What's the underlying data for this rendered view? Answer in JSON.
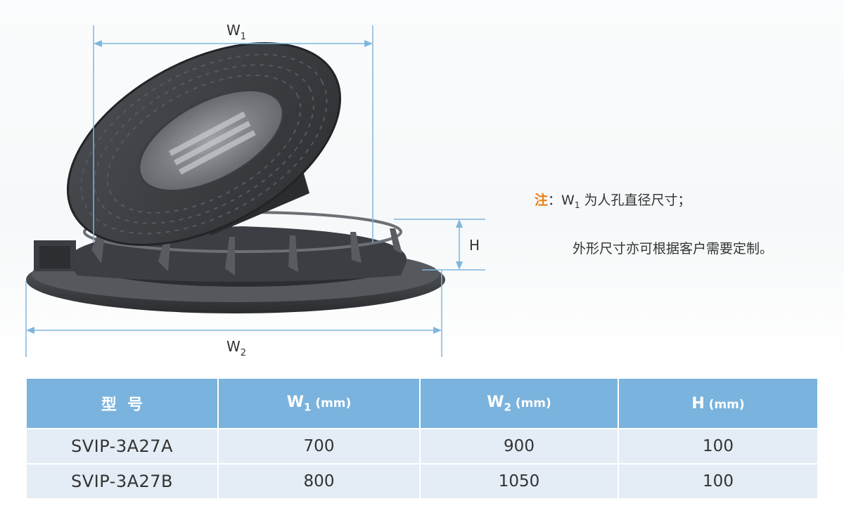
{
  "figure": {
    "dim_w1": {
      "main": "W",
      "sub": "1"
    },
    "dim_w2": {
      "main": "W",
      "sub": "2"
    },
    "dim_h": "H"
  },
  "note": {
    "prefix": "注",
    "colon": "：",
    "line1_symbol": "W",
    "line1_sub": "1",
    "line1_text": " 为人孔直径尺寸；",
    "line2_text": "外形尺寸亦可根据客户需要定制。"
  },
  "table": {
    "headers": [
      {
        "main": "型  号",
        "sub": "",
        "unit": ""
      },
      {
        "main": "W",
        "sub": "1",
        "unit": " (mm)"
      },
      {
        "main": "W",
        "sub": "2",
        "unit": " (mm)"
      },
      {
        "main": "H",
        "sub": "",
        "unit": " (mm)"
      }
    ],
    "rows": [
      {
        "model": "SVIP-3A27A",
        "w1": "700",
        "w2": "900",
        "h": "100"
      },
      {
        "model": "SVIP-3A27B",
        "w1": "800",
        "w2": "1050",
        "h": "100"
      }
    ]
  },
  "colors": {
    "header_bg": "#7ab3dd",
    "row_bg": "#e4edf5",
    "note_accent": "#e8811a",
    "dimension_line": "#7fb6de",
    "cast_iron": "#3a3d41"
  }
}
